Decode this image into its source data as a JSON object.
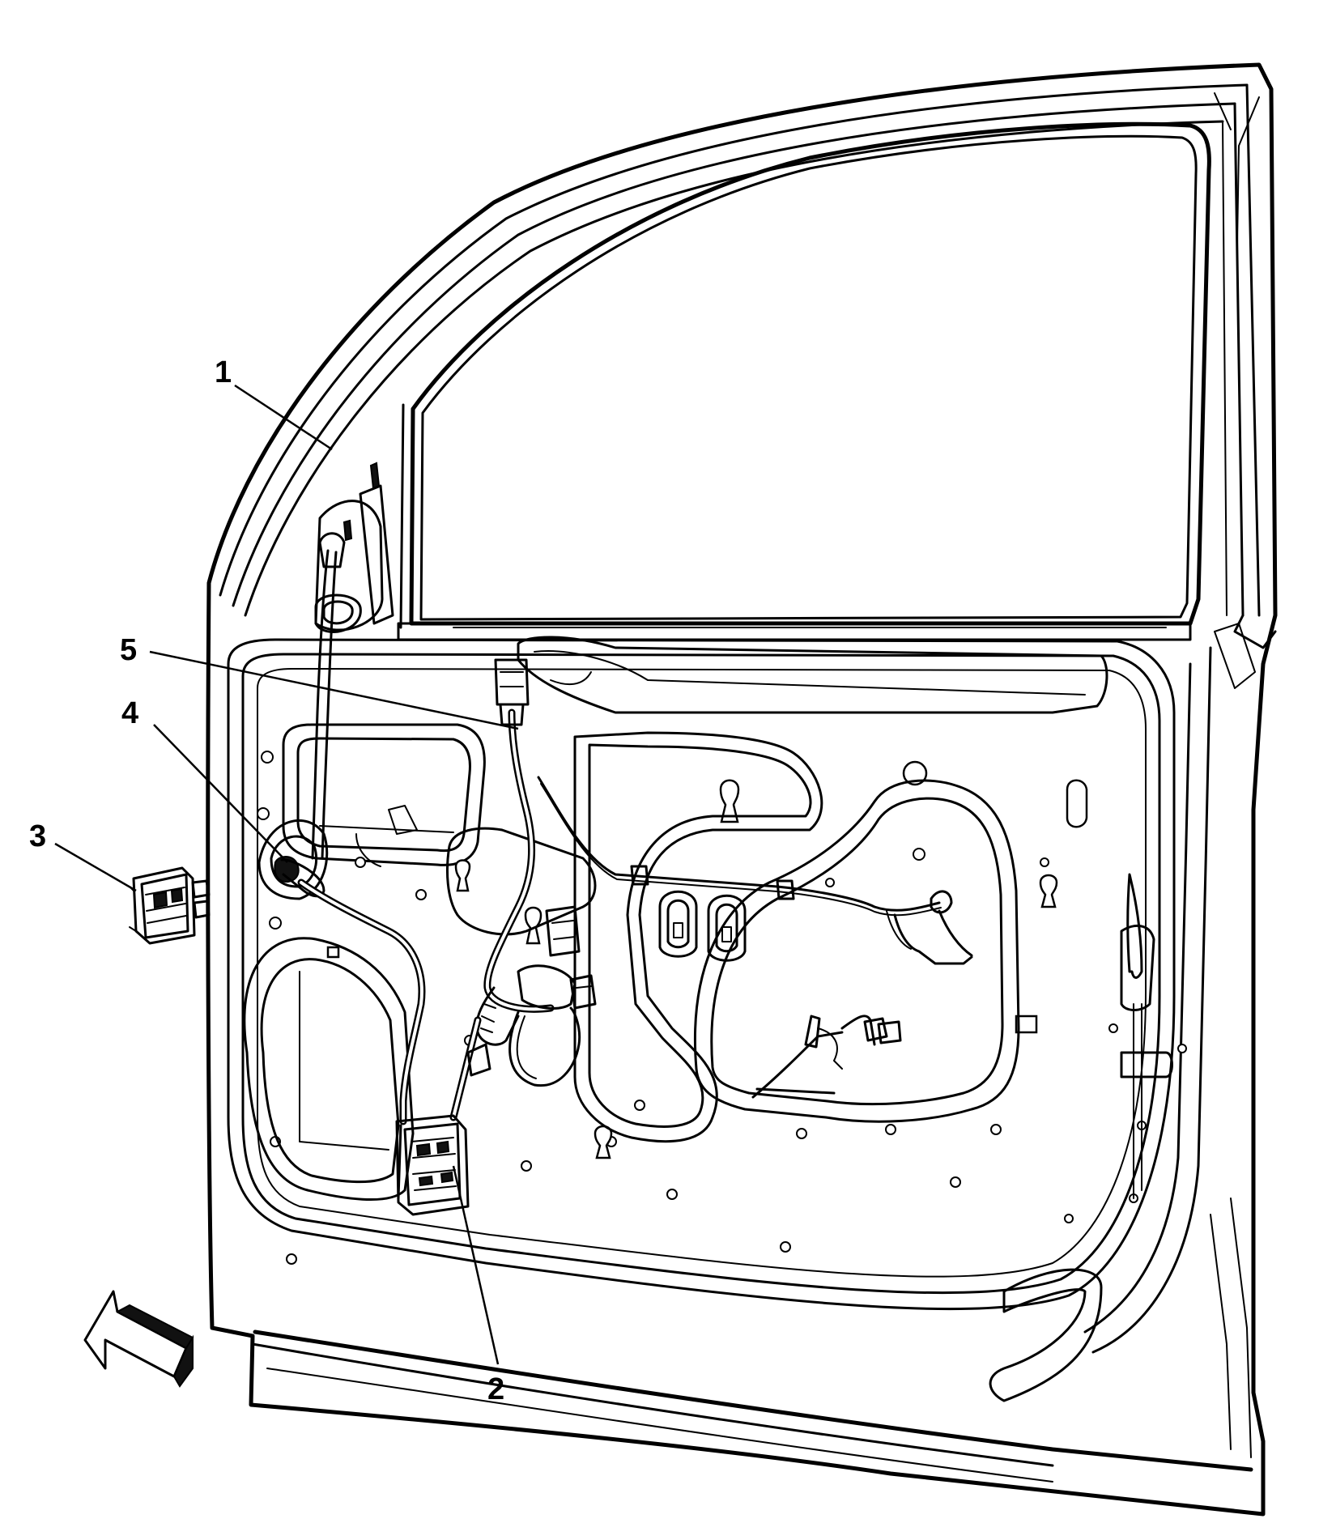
{
  "diagram": {
    "callouts": [
      {
        "id": "1",
        "label": "1"
      },
      {
        "id": "2",
        "label": "2"
      },
      {
        "id": "3",
        "label": "3"
      },
      {
        "id": "4",
        "label": "4"
      },
      {
        "id": "5",
        "label": "5"
      }
    ],
    "icons": {
      "front_arrow": "arrow-front-icon"
    },
    "colors": {
      "line": "#000000",
      "background": "#ffffff"
    }
  }
}
